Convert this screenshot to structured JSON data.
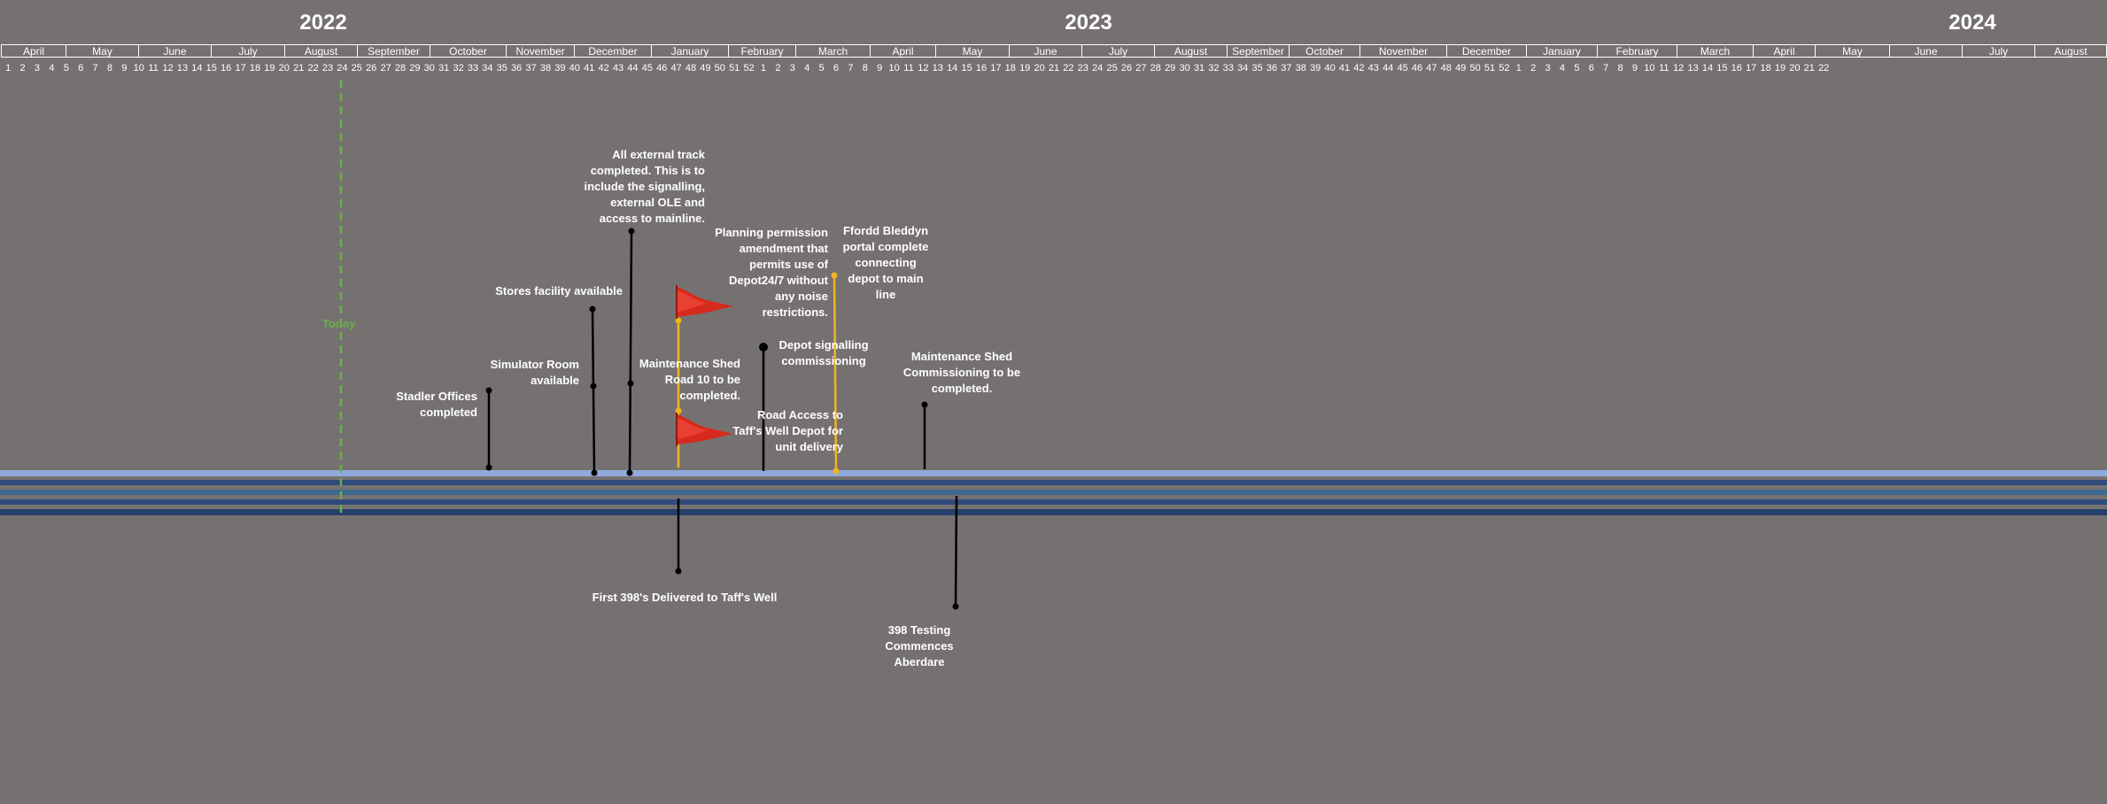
{
  "years": [
    "2022",
    "2023",
    "2024"
  ],
  "months": [
    "April",
    "May",
    "June",
    "July",
    "August",
    "September",
    "October",
    "November",
    "December",
    "January",
    "February",
    "March",
    "April",
    "May",
    "June",
    "July",
    "August",
    "September",
    "October",
    "November",
    "December",
    "January",
    "February",
    "March",
    "April",
    "May",
    "June",
    "July",
    "August"
  ],
  "weeks": [
    "1",
    "2",
    "3",
    "4",
    "5",
    "6",
    "7",
    "8",
    "9",
    "10",
    "11",
    "12",
    "13",
    "14",
    "15",
    "16",
    "17",
    "18",
    "19",
    "20",
    "21",
    "22",
    "23",
    "24",
    "25",
    "26",
    "27",
    "28",
    "29",
    "30",
    "31",
    "32",
    "33",
    "34",
    "35",
    "36",
    "37",
    "38",
    "39",
    "40",
    "41",
    "42",
    "43",
    "44",
    "45",
    "46",
    "47",
    "48",
    "49",
    "50",
    "51",
    "52",
    "1",
    "2",
    "3",
    "4",
    "5",
    "6",
    "7",
    "8",
    "9",
    "10",
    "11",
    "12",
    "13",
    "14",
    "15",
    "16",
    "17",
    "18",
    "19",
    "20",
    "21",
    "22",
    "23",
    "24",
    "25",
    "26",
    "27",
    "28",
    "29",
    "30",
    "31",
    "32",
    "33",
    "34",
    "35",
    "36",
    "37",
    "38",
    "39",
    "40",
    "41",
    "42",
    "43",
    "44",
    "45",
    "46",
    "47",
    "48",
    "49",
    "50",
    "51",
    "52",
    "1",
    "2",
    "3",
    "4",
    "5",
    "6",
    "7",
    "8",
    "9",
    "10",
    "11",
    "12",
    "13",
    "14",
    "15",
    "16",
    "17",
    "18",
    "19",
    "20",
    "21",
    "22"
  ],
  "today_label": "Today",
  "milestones": {
    "stadler_offices": "Stadler Offices completed",
    "simulator_room": "Simulator Room available",
    "stores_facility": "Stores facility available",
    "external_track": "All external track completed. This is to include the signalling, external OLE and access to mainline.",
    "maintenance_shed_road10": "Maintenance Shed Road 10 to be completed.",
    "planning_permission": "Planning permission amendment that permits use of Depot24/7 without any noise restrictions.",
    "road_access": "Road Access to Taff's Well Depot for unit delivery",
    "depot_signalling": "Depot signalling commissioning",
    "ffordd_bleddyn": "Ffordd Bleddyn portal complete connecting depot to main line",
    "maintenance_shed_commissioning": "Maintenance Shed Commissioning to be completed.",
    "first_398": "First 398's Delivered to Taff's Well",
    "testing_398": "398 Testing Commences Aberdare"
  },
  "colors": {
    "background": "#767171",
    "track_light": "#8faadc",
    "track_dark": "#2f4b7c",
    "track_mid": "#3d6a8e",
    "today_line": "#6ab04c",
    "flag_red": "#d62a1e",
    "highlight_line": "#f0b323"
  }
}
